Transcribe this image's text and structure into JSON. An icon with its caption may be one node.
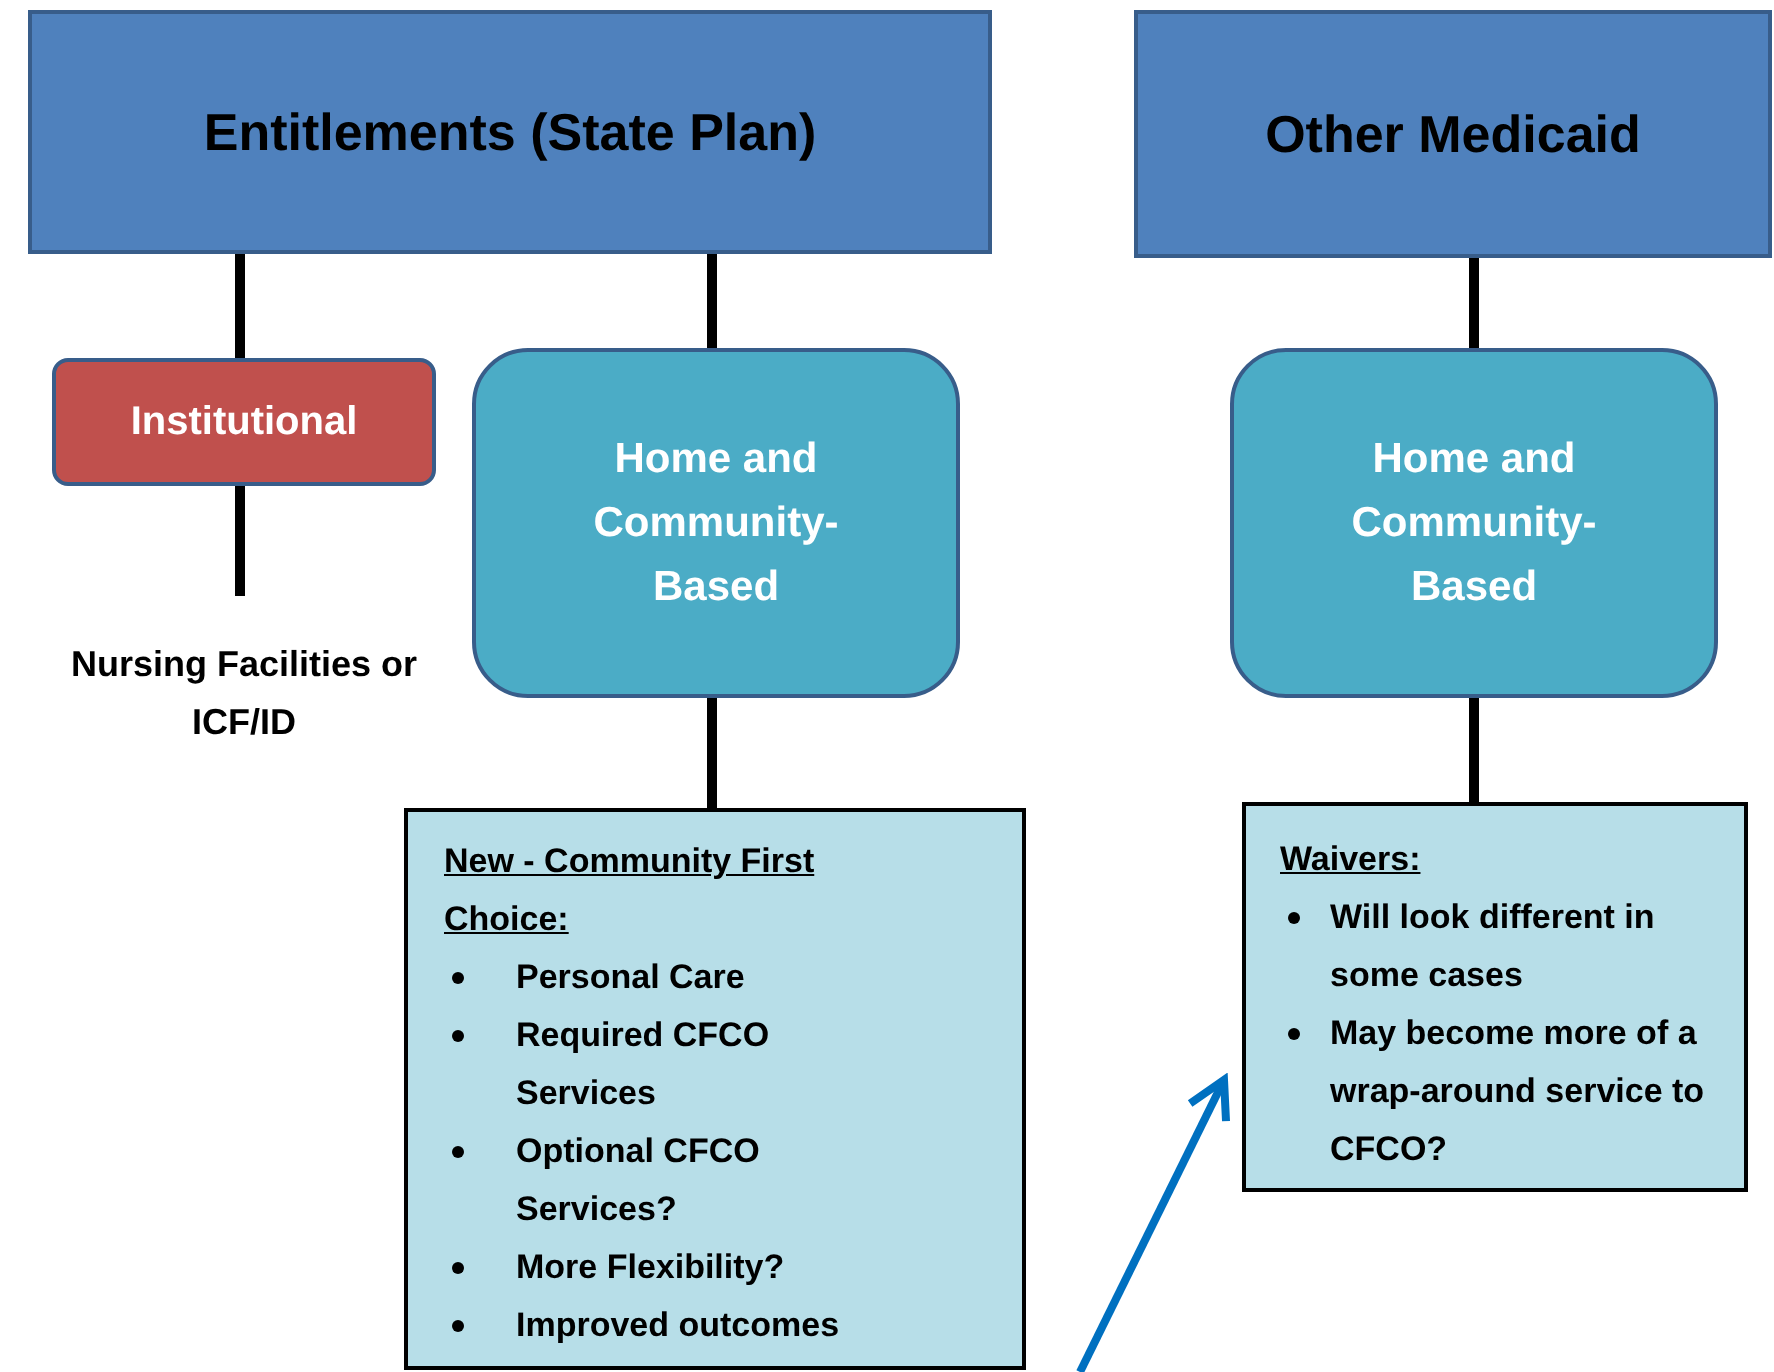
{
  "diagram": {
    "nodes": [
      {
        "text": [
          "Entitlements (State Plan)"
        ]
      },
      {
        "text": [
          "Other Medicaid"
        ]
      },
      {
        "text": [
          "Institutional"
        ]
      },
      {
        "text": [
          "Home and Community-Based"
        ]
      },
      {
        "text": [
          "Nursing Facilities or ICF/ID"
        ]
      },
      {
        "text": [
          "Home and Community-Based"
        ]
      },
      {
        "text": [
          "New - Community First Choice:",
          "Personal Care",
          "Required CFCO Services",
          "Optional CFCO Services?",
          "More Flexibility?",
          "Improved outcomes"
        ]
      },
      {
        "text": [
          "Waivers:",
          "Will look different in some cases",
          "May become more of a wrap-around service to CFCO?"
        ]
      }
    ],
    "edges": [
      {
        "from": 0,
        "to": 2,
        "arrow": "none"
      },
      {
        "from": 0,
        "to": 3,
        "arrow": "none"
      },
      {
        "from": 2,
        "to": 4,
        "arrow": "none"
      },
      {
        "from": 3,
        "to": 6,
        "arrow": "none"
      },
      {
        "from": 1,
        "to": 5,
        "arrow": "none"
      },
      {
        "from": 5,
        "to": 7,
        "arrow": "none"
      },
      {
        "from": null,
        "to": 7,
        "arrow": "to",
        "color": "#0070c0"
      }
    ]
  }
}
